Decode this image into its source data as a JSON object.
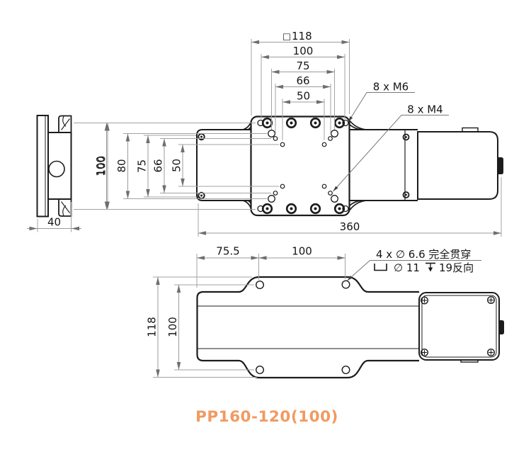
{
  "title": {
    "text": "PP160-120(100)"
  },
  "colors": {
    "accent_orange": "#f09a62",
    "outline": "#1c1c1c",
    "dim_line": "#a3a3a3",
    "dim_text": "#161616"
  },
  "top_view": {
    "width_dims": {
      "square_symbol": "□",
      "values": [
        "118",
        "100",
        "75",
        "66",
        "50"
      ]
    },
    "height_dims": [
      "100",
      "80",
      "75",
      "66",
      "50"
    ],
    "thread_labels": {
      "m6": "8 x  M6",
      "m4": "8 x  M4"
    }
  },
  "overall": {
    "length": "360"
  },
  "side_view": {
    "height": "100",
    "width": "40"
  },
  "bottom_view": {
    "width_dims": [
      "75.5",
      "100"
    ],
    "height_dims": [
      "118",
      "100"
    ],
    "hole_note": {
      "line1": "4 x ∅ 6.6 完全贯穿",
      "counterbore_symbol": "⌴",
      "line2_diameter": "∅ 11",
      "depth_symbol": "↧",
      "line2_depth": "19反向"
    }
  }
}
